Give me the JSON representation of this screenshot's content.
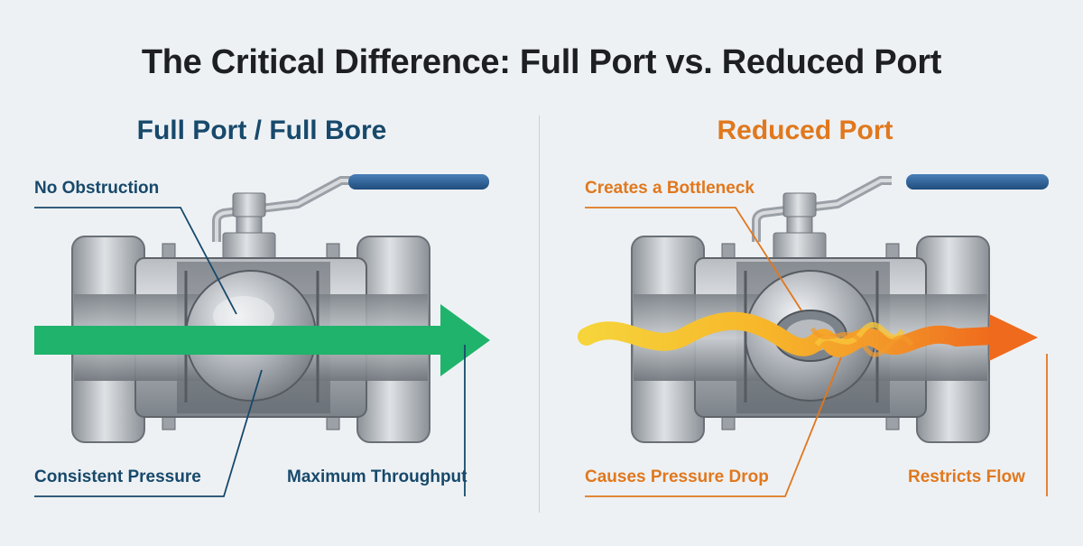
{
  "title": "The Critical Difference: Full Port vs. Reduced Port",
  "left": {
    "heading": "Full Port / Full Bore",
    "callouts": {
      "top": "No Obstruction",
      "bottom_left": "Consistent Pressure",
      "bottom_right": "Maximum Throughput"
    }
  },
  "right": {
    "heading": "Reduced Port",
    "callouts": {
      "top": "Creates a Bottleneck",
      "bottom_left": "Causes Pressure Drop",
      "bottom_right": "Restricts Flow"
    }
  },
  "colors": {
    "heading_blue": "#17496b",
    "accent_orange": "#e0781e",
    "flow_green": "#1fb36b",
    "handle_blue": "#2c5f96"
  }
}
